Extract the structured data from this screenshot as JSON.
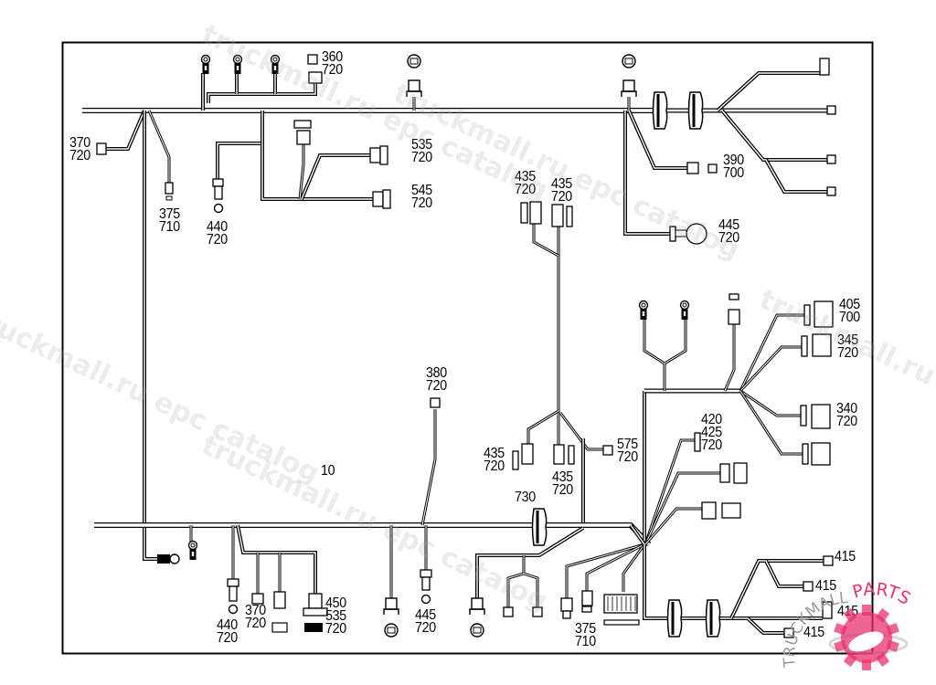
{
  "diagram": {
    "type": "wiring-harness-parts-diagram",
    "main_harness_label": "10",
    "callouts": [
      {
        "id": "c360",
        "lines": [
          "360",
          "720"
        ]
      },
      {
        "id": "c370-top",
        "lines": [
          "370",
          "720"
        ]
      },
      {
        "id": "c375-top",
        "lines": [
          "375",
          "710"
        ]
      },
      {
        "id": "c440-top",
        "lines": [
          "440",
          "720"
        ]
      },
      {
        "id": "c535-top",
        "lines": [
          "535",
          "720"
        ]
      },
      {
        "id": "c545",
        "lines": [
          "545",
          "720"
        ]
      },
      {
        "id": "c390",
        "lines": [
          "390",
          "700"
        ]
      },
      {
        "id": "c445-top",
        "lines": [
          "445",
          "720"
        ]
      },
      {
        "id": "c435-a",
        "lines": [
          "435",
          "720"
        ]
      },
      {
        "id": "c435-b",
        "lines": [
          "435",
          "720"
        ]
      },
      {
        "id": "c405",
        "lines": [
          "405",
          "700"
        ]
      },
      {
        "id": "c345",
        "lines": [
          "345",
          "720"
        ]
      },
      {
        "id": "c340",
        "lines": [
          "340",
          "720"
        ]
      },
      {
        "id": "c420",
        "lines": [
          "420",
          "425",
          "720"
        ]
      },
      {
        "id": "c380",
        "lines": [
          "380",
          "720"
        ]
      },
      {
        "id": "c435-c",
        "lines": [
          "435",
          "720"
        ]
      },
      {
        "id": "c435-d",
        "lines": [
          "435",
          "720"
        ]
      },
      {
        "id": "c575",
        "lines": [
          "575",
          "720"
        ]
      },
      {
        "id": "c730",
        "lines": [
          "730"
        ]
      },
      {
        "id": "c10",
        "lines": [
          "10"
        ]
      },
      {
        "id": "c440-bot",
        "lines": [
          "440",
          "720"
        ]
      },
      {
        "id": "c370-bot",
        "lines": [
          "370",
          "720"
        ]
      },
      {
        "id": "c450",
        "lines": [
          "450",
          "535",
          "720"
        ]
      },
      {
        "id": "c445-bot",
        "lines": [
          "445",
          "720"
        ]
      },
      {
        "id": "c375-bot",
        "lines": [
          "375",
          "710"
        ]
      },
      {
        "id": "c415-a",
        "lines": [
          "415"
        ]
      },
      {
        "id": "c415-b",
        "lines": [
          "415"
        ]
      },
      {
        "id": "c415-c",
        "lines": [
          "415"
        ]
      },
      {
        "id": "c415-d",
        "lines": [
          "415"
        ]
      }
    ]
  },
  "watermarks": [
    "truckmall.ru epc catalog",
    "truckmall.ru epc catalog",
    "truckmall.ru epc catalog",
    "truckmall.ru epc catalog",
    "truckmall.ru epc catalog"
  ],
  "logo": {
    "text_left": "TRUCKMALL",
    "text_right": "PARTS",
    "brand_color": "#e8336b",
    "gray_color": "#9a9a9a"
  }
}
